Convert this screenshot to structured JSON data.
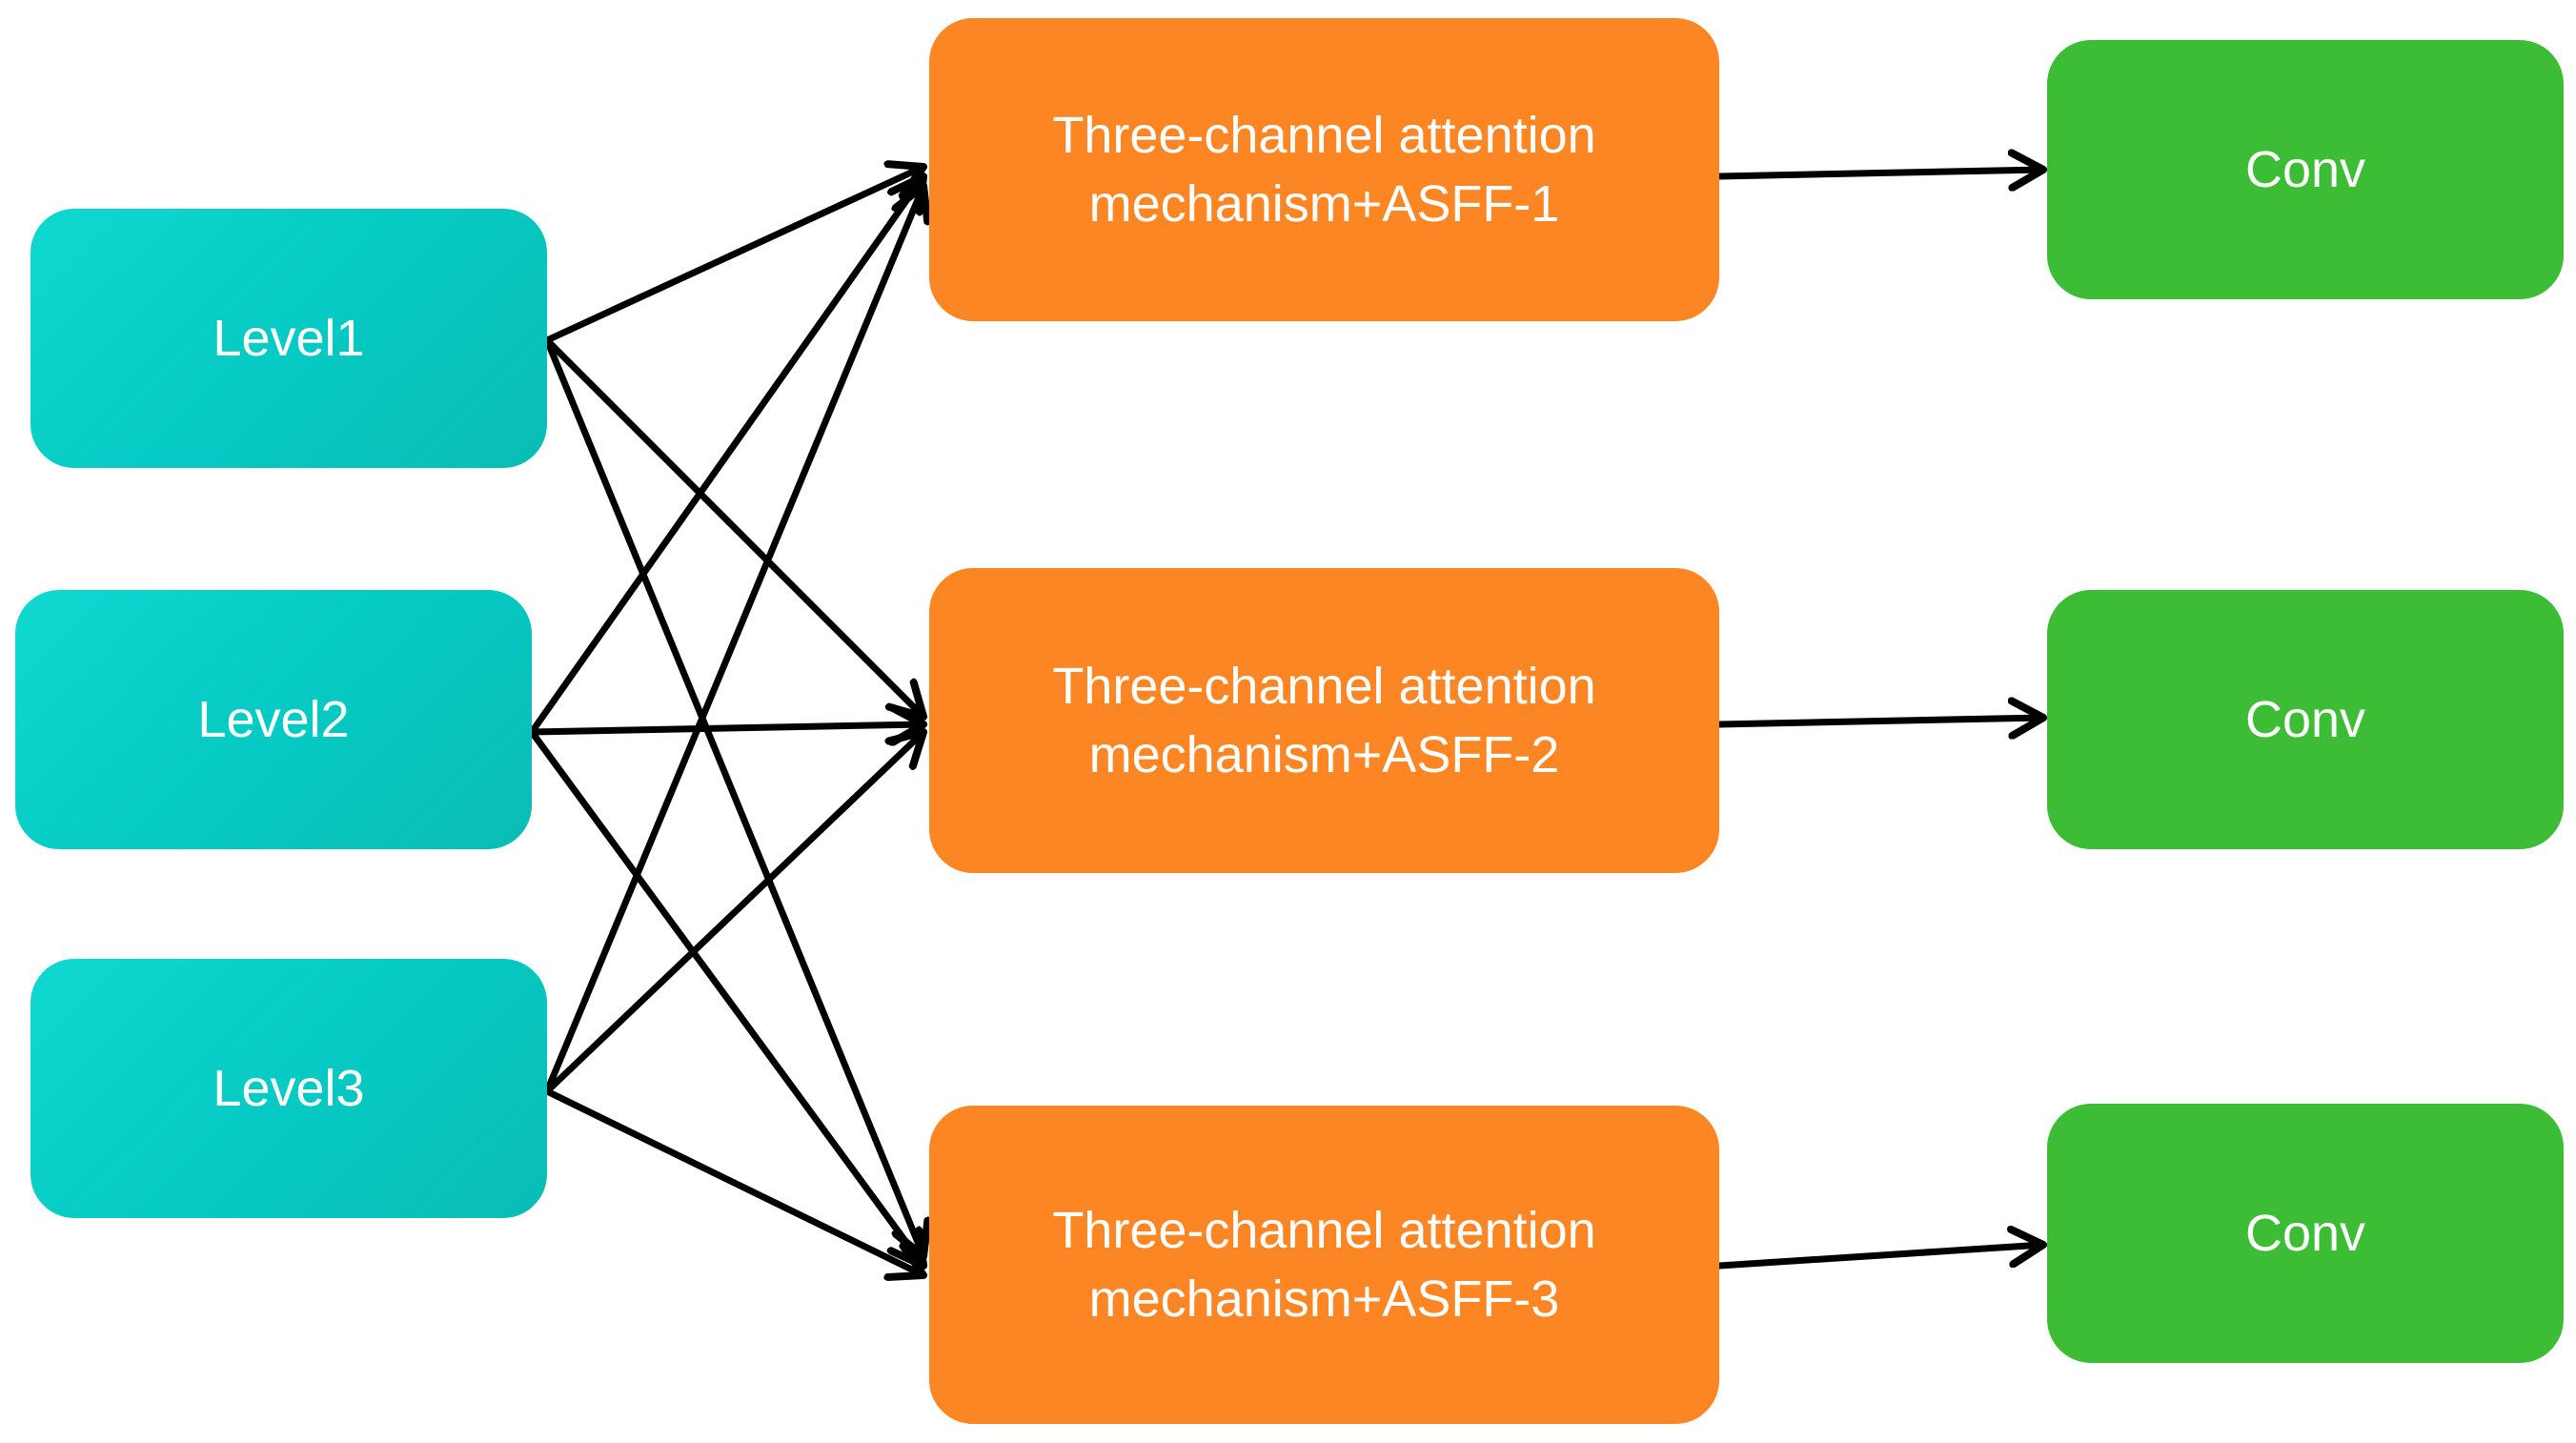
{
  "colors": {
    "level": "#05c9c2",
    "asff": "#fc8524",
    "conv": "#3dbd35",
    "text": "#ffffff",
    "edge": "#000000",
    "background": "#ffffff"
  },
  "levels": [
    {
      "label": "Level1"
    },
    {
      "label": "Level2"
    },
    {
      "label": "Level3"
    }
  ],
  "asff_nodes": [
    {
      "line1": "Three-channel attention",
      "line2": "mechanism+ASFF-1"
    },
    {
      "line1": "Three-channel attention",
      "line2": "mechanism+ASFF-2"
    },
    {
      "line1": "Three-channel attention",
      "line2": "mechanism+ASFF-3"
    }
  ],
  "conv_nodes": [
    {
      "label": "Conv"
    },
    {
      "label": "Conv"
    },
    {
      "label": "Conv"
    }
  ],
  "edges": [
    {
      "from": "Level1",
      "to": "ASFF-1"
    },
    {
      "from": "Level1",
      "to": "ASFF-2"
    },
    {
      "from": "Level1",
      "to": "ASFF-3"
    },
    {
      "from": "Level2",
      "to": "ASFF-1"
    },
    {
      "from": "Level2",
      "to": "ASFF-2"
    },
    {
      "from": "Level2",
      "to": "ASFF-3"
    },
    {
      "from": "Level3",
      "to": "ASFF-1"
    },
    {
      "from": "Level3",
      "to": "ASFF-2"
    },
    {
      "from": "Level3",
      "to": "ASFF-3"
    },
    {
      "from": "ASFF-1",
      "to": "Conv-1"
    },
    {
      "from": "ASFF-2",
      "to": "Conv-2"
    },
    {
      "from": "ASFF-3",
      "to": "Conv-3"
    }
  ]
}
